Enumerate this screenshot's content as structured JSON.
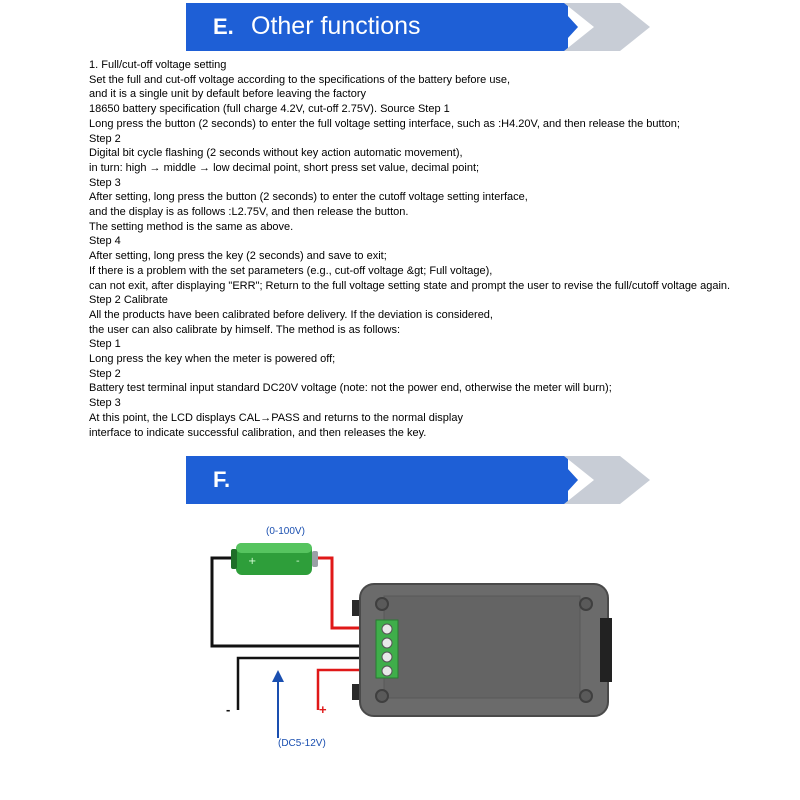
{
  "banner_e": {
    "letter": "E.",
    "title": "Other functions"
  },
  "banner_f": {
    "letter": "F.",
    "title": ""
  },
  "lines": [
    "1. Full/cut-off voltage setting",
    "Set the full and cut-off voltage according to the specifications of the battery before use,",
    "and it is a single unit by default before leaving the factory",
    "18650 battery specification (full charge 4.2V, cut-off 2.75V). Source Step 1",
    "Long press the button (2 seconds) to enter the full voltage setting interface, such as :H4.20V, and then release the button;",
    "Step 2",
    "Digital bit cycle flashing (2 seconds without key action automatic movement),",
    "in turn: high → middle → low decimal point, short press set value, decimal point;",
    "Step 3",
    "After setting, long press the button (2 seconds) to enter the cutoff voltage setting interface,",
    "and the display is as follows :L2.75V, and then release the button.",
    "The setting method is the same as above.",
    "Step 4",
    "After setting, long press the key (2 seconds) and save to exit;",
    "If there is a problem with the set parameters (e.g., cut-off voltage &gt; Full voltage),",
    "can not exit, after displaying \"ERR\"; Return to the full voltage setting state and prompt the user to revise the full/cutoff voltage again.",
    "Step 2 Calibrate",
    "All the products have been calibrated before delivery. If the deviation is considered,",
    "the user can also calibrate by himself. The method is as follows:",
    "Step 1",
    "Long press the key when the meter is powered off;",
    "Step 2",
    "Battery test terminal input standard DC20V voltage (note: not the power end, otherwise the meter will burn);",
    "Step 3",
    "At this point, the LCD displays CAL→PASS and returns to the normal display",
    "interface to indicate successful calibration, and then releases the key."
  ],
  "diagram": {
    "battery_label": "(0-100V)",
    "supply_label": "(DC5-12V)",
    "minus_sign": "-",
    "plus_sign": "+"
  },
  "colors": {
    "banner_blue": "#1e5fd6",
    "chevron_gray": "#c8cdd6",
    "wire_red": "#e01818",
    "battery_green": "#2e9e3a",
    "meter_gray": "#6b6b6b",
    "terminal_green": "#3fae4a",
    "arrow_blue": "#1a4fb0"
  }
}
